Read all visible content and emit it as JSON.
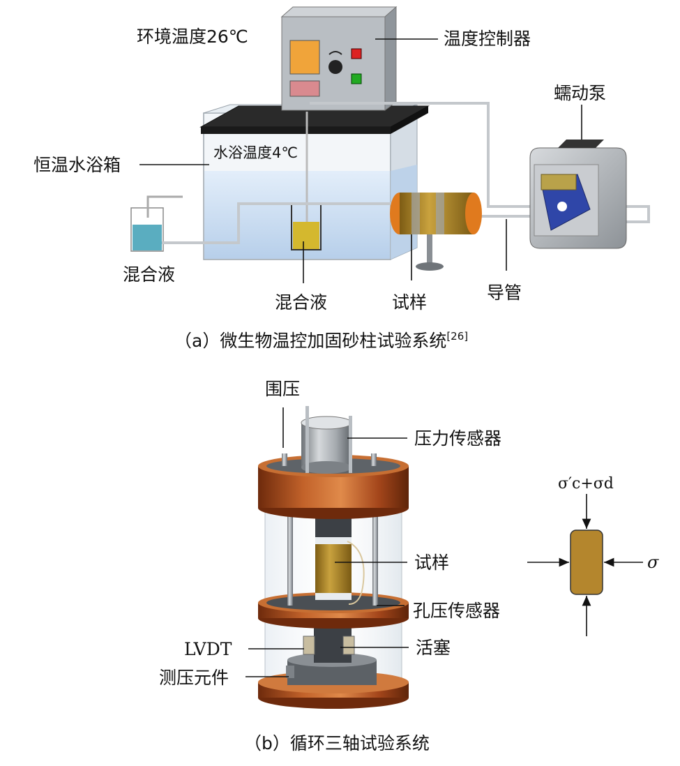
{
  "panel_a": {
    "labels": {
      "ambient_temp": "环境温度26℃",
      "temp_controller": "温度控制器",
      "peristaltic_pump": "蠕动泵",
      "water_bath": "恒温水浴箱",
      "bath_temp": "水浴温度4℃",
      "mixed_liquid_left": "混合液",
      "mixed_liquid_center": "混合液",
      "specimen": "试样",
      "tube": "导管"
    },
    "caption": "（a）微生物温控加固砂柱试验系统",
    "caption_ref": "[26]"
  },
  "panel_b": {
    "labels": {
      "confining_pressure": "围压",
      "pressure_sensor": "压力传感器",
      "specimen": "试样",
      "pore_pressure_sensor": "孔压传感器",
      "lvdt": "LVDT",
      "piston": "活塞",
      "load_cell": "测压元件"
    },
    "stress": {
      "sigma_top": "σ′c+σd",
      "sigma_side": "σ"
    },
    "caption": "（b）循环三轴试验系统"
  },
  "colors": {
    "copper": "#b4531f",
    "sample": "#b68a2a",
    "water": "#c9dcf0",
    "metal": "#9aa0a6"
  }
}
